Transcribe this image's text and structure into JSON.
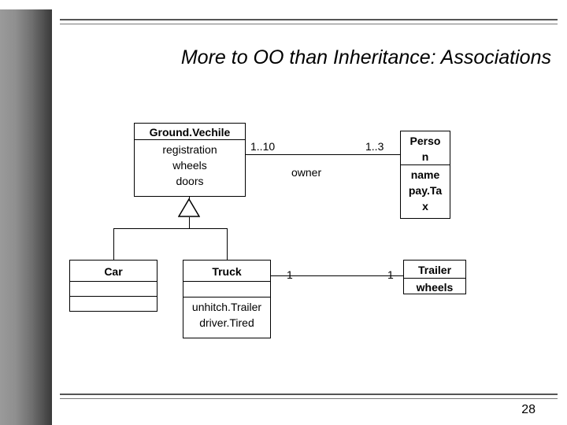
{
  "slide": {
    "title": "More to OO than Inheritance: Associations",
    "page_number": "28"
  },
  "diagram": {
    "type": "uml-class-diagram",
    "classes": [
      {
        "id": "ground-vechile",
        "name": "Ground.Vechile",
        "attributes": [
          "registration",
          "wheels",
          "doors"
        ]
      },
      {
        "id": "person",
        "name": "Perso n",
        "name_line1": "Perso",
        "name_line2": "n",
        "attributes": [
          "name",
          "pay.Ta",
          "x"
        ],
        "attr_line1": "name",
        "attr_line2": "pay.Ta",
        "attr_line3": "x"
      },
      {
        "id": "car",
        "name": "Car",
        "attributes": []
      },
      {
        "id": "truck",
        "name": "Truck",
        "attributes": [],
        "operations": [
          "unhitch.Trailer",
          "driver.Tired"
        ],
        "op_line1": "unhitch.Trailer",
        "op_line2": "driver.Tired"
      },
      {
        "id": "trailer",
        "name": "Trailer",
        "attributes": [
          "wheels"
        ]
      }
    ],
    "associations": [
      {
        "id": "ground-person",
        "from": "ground-vechile",
        "to": "person",
        "from_multiplicity": "1..10",
        "to_multiplicity": "1..3",
        "role": "owner"
      },
      {
        "id": "truck-trailer",
        "from": "truck",
        "to": "trailer",
        "from_multiplicity": "1",
        "to_multiplicity": "1",
        "role": ""
      }
    ],
    "generalizations": [
      {
        "parent": "ground-vechile",
        "children": [
          "car",
          "truck"
        ]
      }
    ]
  },
  "colors": {
    "background": "#ffffff",
    "line": "#000000",
    "rule": "#555555",
    "sidebar_dark": "#3a3a3a",
    "sidebar_light": "#9a9a9a"
  }
}
